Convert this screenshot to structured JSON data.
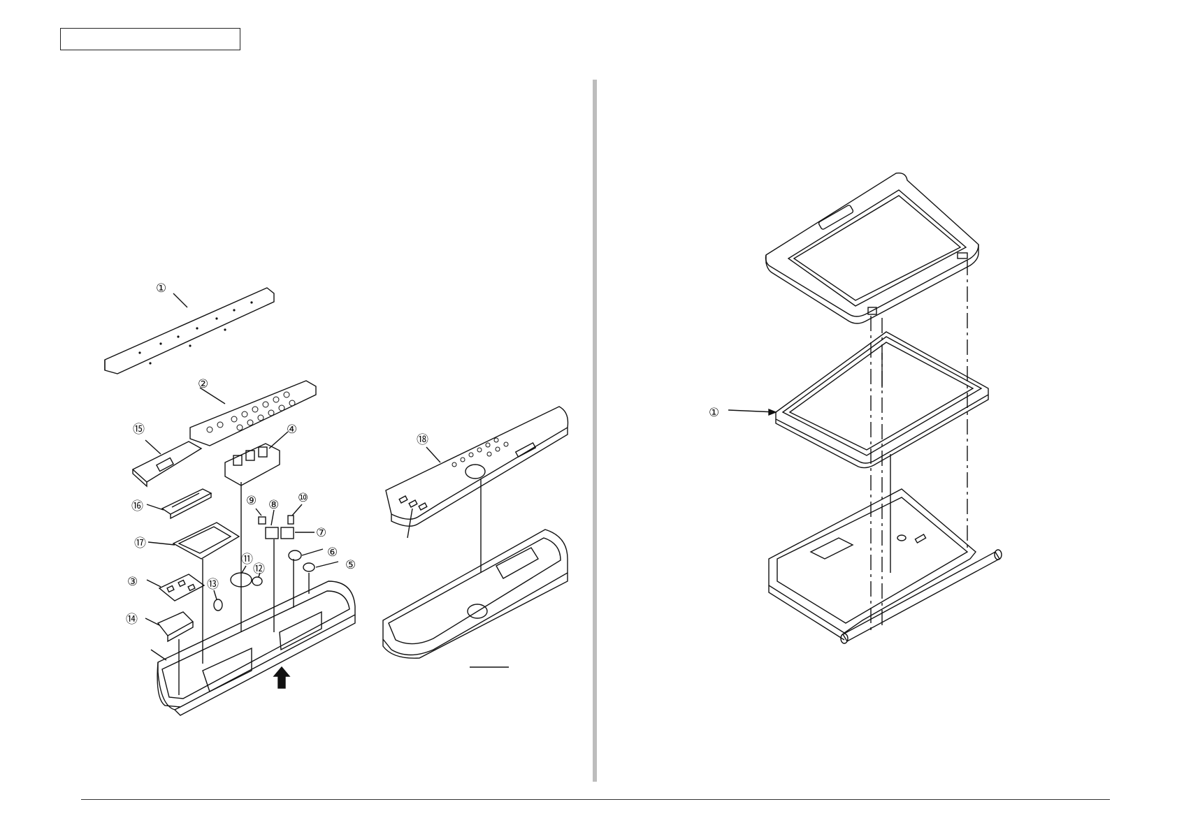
{
  "callouts_left": [
    "①",
    "②",
    "③",
    "④",
    "⑤",
    "⑥",
    "⑦",
    "⑧",
    "⑨",
    "⑩",
    "⑪",
    "⑫",
    "⑬",
    "⑭",
    "⑮",
    "⑯",
    "⑰"
  ],
  "callouts_center": [
    "⑱"
  ],
  "callouts_right": [
    "①"
  ],
  "icons": {
    "removal_arrow": "up-arrow-icon"
  }
}
